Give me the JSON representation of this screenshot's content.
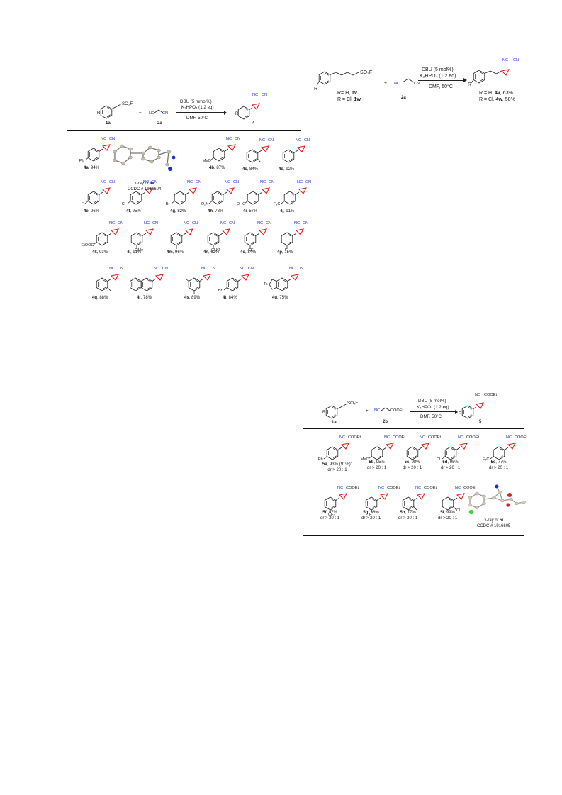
{
  "scheme_top_right": {
    "reactant1_label": "R=  H, 1v\nR = Cl, 1w",
    "reactant1_r1": "R=  H, ",
    "reactant1_r1_bold": "1v",
    "reactant1_r2": "R = Cl, ",
    "reactant1_r2_bold": "1w",
    "so2f": "SO₂F",
    "r_group": "R",
    "plus": "+",
    "reactant2_nc": "NC",
    "reactant2_cn": "CN",
    "reactant2_label": "2a",
    "condition1": "DBU (5 mol%)",
    "condition2": "K₂HPO₄ (1.2 eq)",
    "condition3": "DMF, 50°C",
    "product_nc": "NC",
    "product_cn": "CN",
    "product_r": "R",
    "product_line1": "R = H, ",
    "product_line1_bold": "4v",
    "product_line1_yield": ", 63%",
    "product_line2": "R = Cl, ",
    "product_line2_bold": "4w",
    "product_line2_yield": ", 58%"
  },
  "scheme_top_left": {
    "reactant1_label": "1a",
    "so2f": "SO₂F",
    "r_group": "R",
    "plus": "+",
    "reactant2_label": "2a",
    "reactant2_nc": "NC",
    "reactant2_cn": "CN",
    "condition1": "DBU (5 mmol%)",
    "condition2": "K₂HPO₄ (1.2 eq)",
    "condition3": "DMF, 50°C",
    "product_label": "4",
    "product_nc": "NC",
    "product_cn": "CN",
    "product_r": "R",
    "compounds": [
      {
        "id": "4a",
        "yield": ", 94%",
        "sub": "Ph"
      },
      {
        "id": "4b",
        "yield": ", 87%",
        "sub": "MeO"
      },
      {
        "id": "4c",
        "yield": ", 84%",
        "sub": ""
      },
      {
        "id": "4d",
        "yield": ", 92%",
        "sub": ""
      },
      {
        "id": "4e",
        "yield": ", 96%",
        "sub": "F"
      },
      {
        "id": "4f",
        "yield": ", 95%",
        "sub": "Cl"
      },
      {
        "id": "4g",
        "yield": ", 82%",
        "sub": "Br"
      },
      {
        "id": "4h",
        "yield": ", 78%",
        "sub": "O₂N"
      },
      {
        "id": "4i",
        "yield": ", 57%",
        "sub": "OHC"
      },
      {
        "id": "4j",
        "yield": ", 91%",
        "sub": "F₃C"
      },
      {
        "id": "4k",
        "yield": ", 93%",
        "sub": "EtOOC"
      },
      {
        "id": "4l",
        "yield": ", 91%",
        "sub": "OMe"
      },
      {
        "id": "4m",
        "yield": ", 96%",
        "sub": ""
      },
      {
        "id": "4n",
        "yield": ", 62%",
        "sub": "CHO"
      },
      {
        "id": "4o",
        "yield": ", 84%",
        "sub": "CF₃"
      },
      {
        "id": "4p",
        "yield": ", 75%",
        "sub": "F"
      },
      {
        "id": "4q",
        "yield": ", 88%",
        "sub": ""
      },
      {
        "id": "4r",
        "yield": ", 78%",
        "sub": ""
      },
      {
        "id": "4s",
        "yield": ", 89%",
        "sub": ""
      },
      {
        "id": "4t",
        "yield": ", 84%",
        "sub": "Br"
      },
      {
        "id": "4u",
        "yield": ", 75%",
        "sub": "Ts"
      }
    ],
    "xray_caption1": "x-ray of ",
    "xray_caption1_bold": "4a",
    "xray_caption2": "CCDC # 1916604"
  },
  "scheme_bottom": {
    "reactant1_label": "1a",
    "so2f": "SO₂F",
    "r_group": "R",
    "plus": "+",
    "reactant2_nc": "NC",
    "reactant2_ester": "COOEt",
    "reactant2_label": "2b",
    "condition1": "DBU (5 mol%)",
    "condition2": "K₂HPO₄ (1.2 eq)",
    "condition3": "DMF, 50°C",
    "product_label": "5",
    "product_nc": "NC",
    "product_ester": "COOEt",
    "product_r": "R",
    "dr": "dr > 20 : 1",
    "compounds": [
      {
        "id": "5a",
        "yield": ", 93% (91%)",
        "sup": "a",
        "sub": "Ph"
      },
      {
        "id": "5b",
        "yield": ", 95%",
        "sup": "",
        "sub": "MeO"
      },
      {
        "id": "5c",
        "yield": ", 98%",
        "sup": "",
        "sub": ""
      },
      {
        "id": "5d",
        "yield": ", 95%",
        "sup": "",
        "sub": "Cl"
      },
      {
        "id": "5e",
        "yield": ", 77%",
        "sup": "",
        "sub": "F₃C"
      },
      {
        "id": "5f",
        "yield": ", 87%",
        "sup": "",
        "sub": "CF₃"
      },
      {
        "id": "5g",
        "yield": ", 88%",
        "sup": "",
        "sub": "F"
      },
      {
        "id": "5h",
        "yield": ", 77%",
        "sup": "",
        "sub": ""
      },
      {
        "id": "5i",
        "yield": ", 99%",
        "sup": "",
        "sub": "Cl"
      }
    ],
    "xray_caption1": "x-ray of ",
    "xray_caption1_bold": "5i",
    "xray_caption2": "CCDC # 1916605"
  },
  "colors": {
    "cyclopropane": "#e0201a",
    "nitrile": "#1d2fd0",
    "rule": "#111111"
  }
}
